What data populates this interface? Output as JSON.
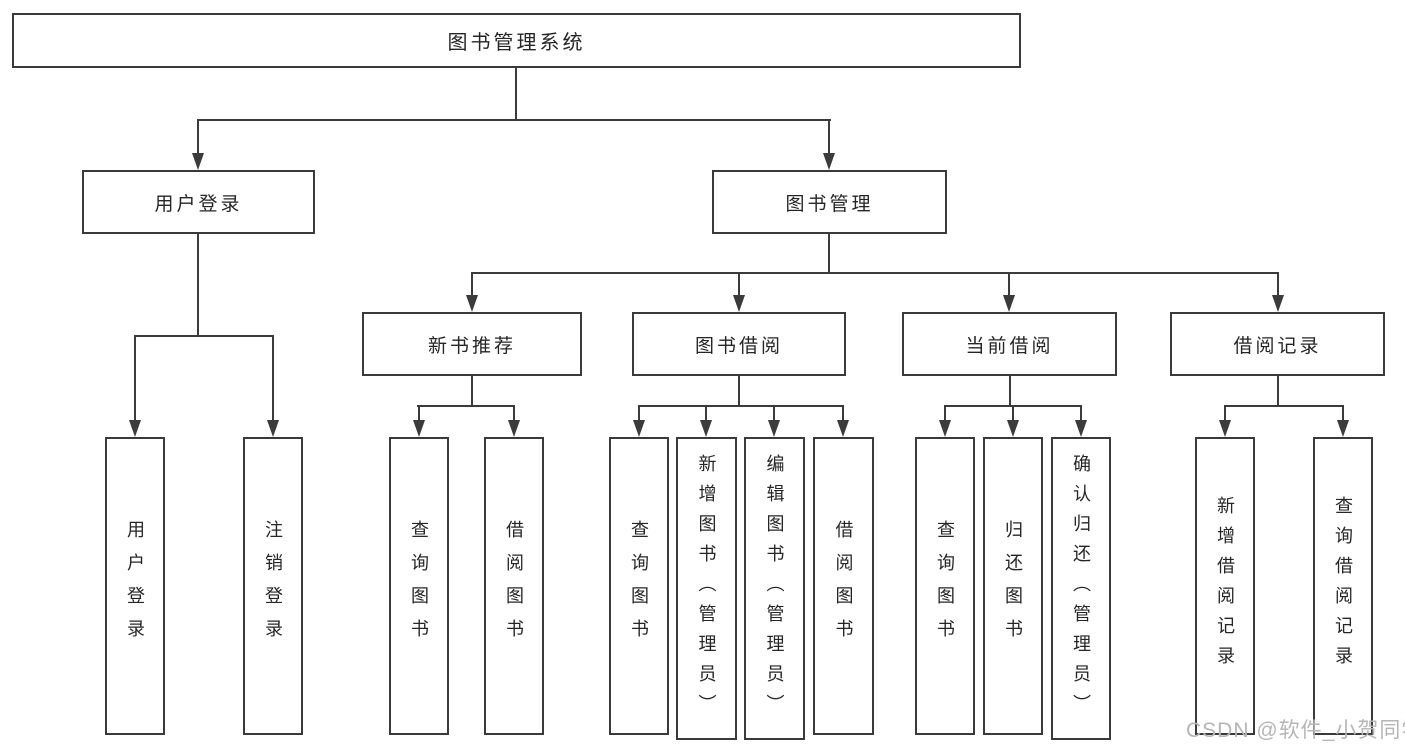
{
  "diagram": {
    "root": "图书管理系统",
    "branches": [
      {
        "label": "用户登录",
        "children": [
          "用户登录",
          "注销登录"
        ]
      },
      {
        "label": "图书管理",
        "groups": [
          {
            "label": "新书推荐",
            "children": [
              "查询图书",
              "借阅图书"
            ]
          },
          {
            "label": "图书借阅",
            "children": [
              "查询图书",
              "新增图书（管理员）",
              "编辑图书（管理员）",
              "借阅图书"
            ]
          },
          {
            "label": "当前借阅",
            "children": [
              "查询图书",
              "归还图书",
              "确认归还（管理员）"
            ]
          },
          {
            "label": "借阅记录",
            "children": [
              "新增借阅记录",
              "查询借阅记录"
            ]
          }
        ]
      }
    ]
  },
  "watermark": "CSDN @软件_小贺同学",
  "colors": {
    "line": "#3b3b3b",
    "box_border": "#3a3a3a",
    "text": "#262626",
    "watermark": "#b6b6b6",
    "background": "#ffffff"
  }
}
